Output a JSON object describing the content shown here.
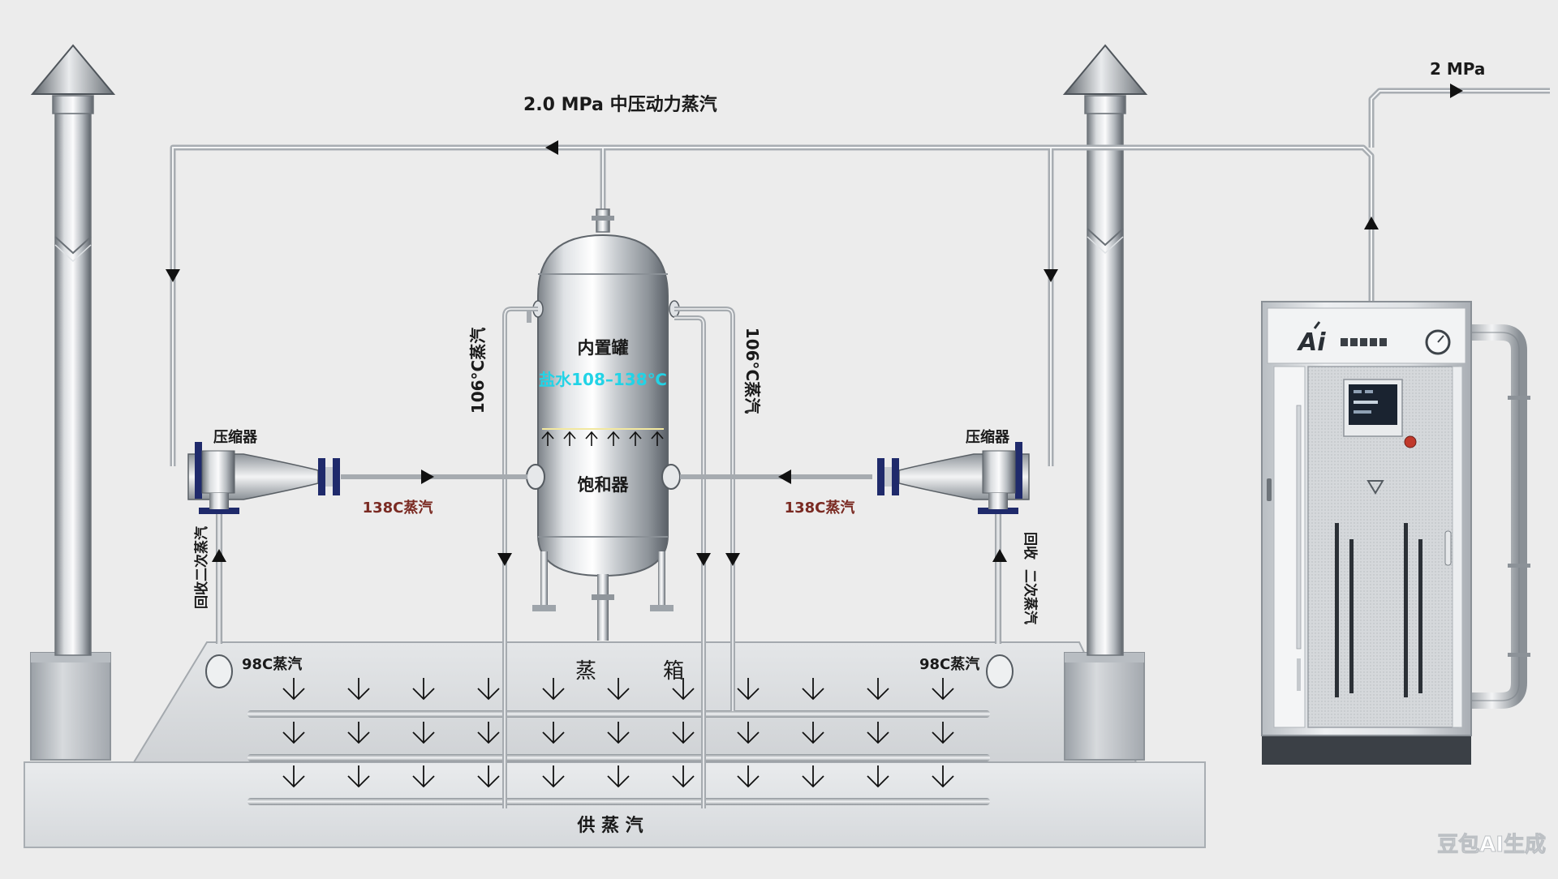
{
  "labels": {
    "main_steam": "2.0 MPa 中压动力蒸汽",
    "outlet_pressure": "2 MPa",
    "tank_name": "内置罐",
    "tank_temp": "盐水108–138℃",
    "saturator": "饱和器",
    "compressor_left": "压缩器",
    "compressor_right": "压缩器",
    "steam_138_left": "138C蒸汽",
    "steam_138_right": "138C蒸汽",
    "steam_106_left": "106°C蒸汽",
    "steam_106_right": "106°C蒸汽",
    "recover_left": "回收二次蒸汽",
    "recover_right_a": "回收",
    "recover_right_b": "二次蒸汽",
    "steam_98_left": "98C蒸汽",
    "steam_98_right": "98C蒸汽",
    "steam_box_a": "蒸",
    "steam_box_b": "箱",
    "supply_steam": "供 蒸 汽",
    "boiler_logo": "Ai",
    "watermark": "豆包AI生成"
  },
  "colors": {
    "pipe": "#b8bcc0",
    "steel_dark": "#7d8389",
    "steel_light": "#f5f6f7",
    "arrow": "#111111",
    "accent_red": "#7a2a22",
    "tank_text_cyan": "#22d3e6",
    "screen": "#1a2330"
  },
  "icons": {
    "flow_arrow": "triangle-arrowhead",
    "steam_down": "open-chevron-arrow-down",
    "vent_cap": "cone-rain-cap",
    "gauge": "pressure-gauge-dial"
  }
}
